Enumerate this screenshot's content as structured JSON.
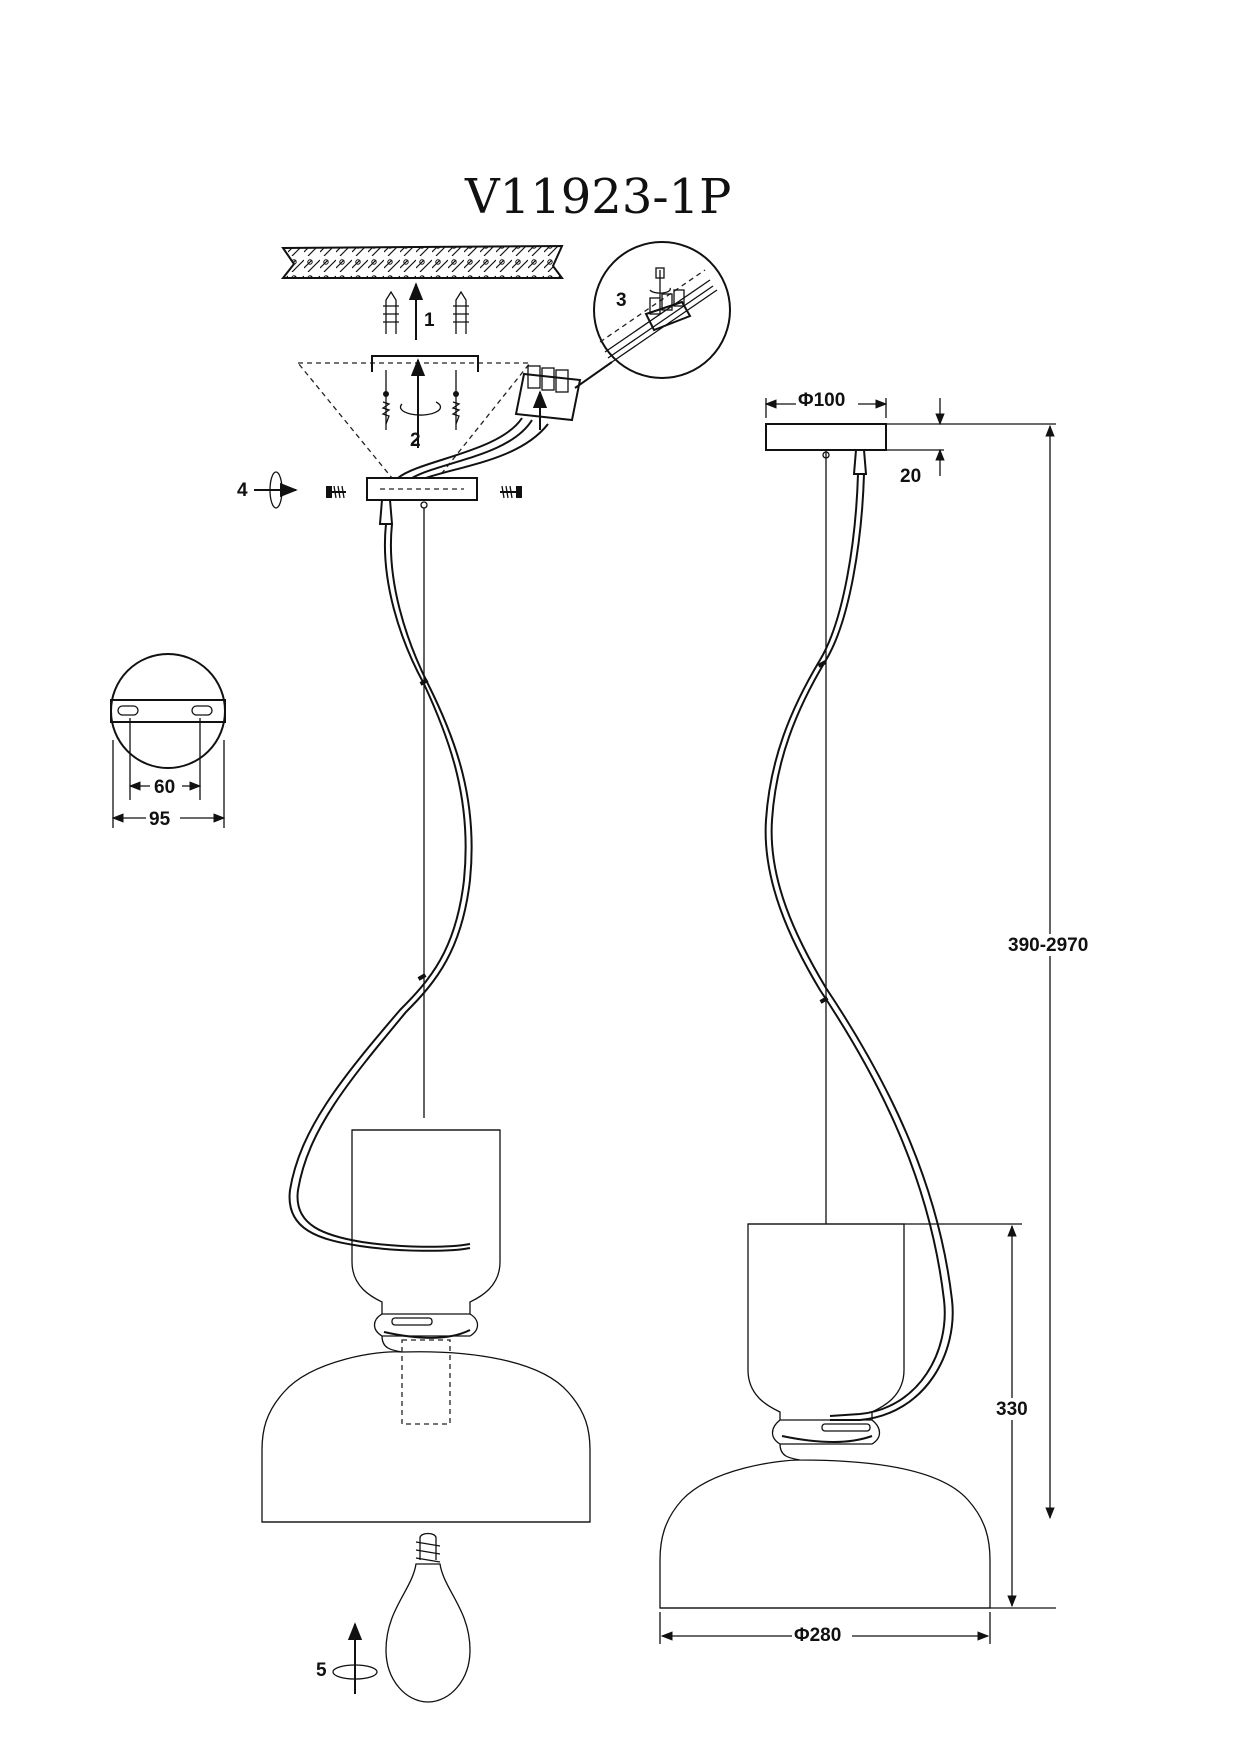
{
  "title": "V11923-1P",
  "steps": [
    "1",
    "2",
    "3",
    "4",
    "5"
  ],
  "dimensions": {
    "canopy_diameter": "Φ100",
    "canopy_height": "20",
    "total_height": "390-2970",
    "shade_height": "330",
    "shade_diameter": "Φ280",
    "bracket_hole_spacing": "60",
    "bracket_width": "95"
  }
}
